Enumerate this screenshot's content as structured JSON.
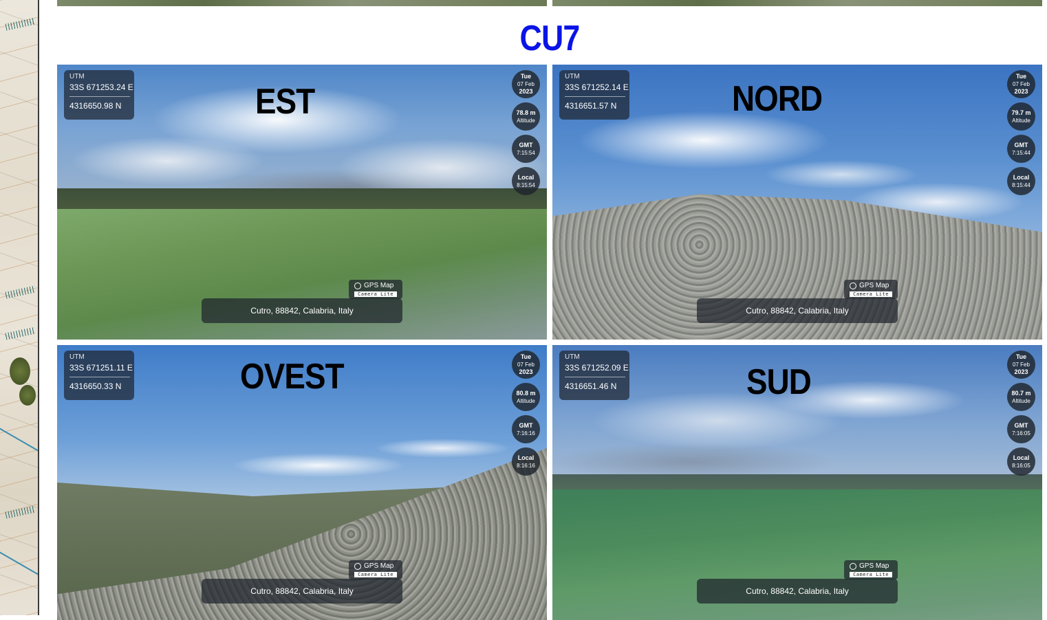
{
  "title": "CU7",
  "location_text": "Cutro, 88842, Calabria, Italy",
  "utm_label": "UTM",
  "camera_brand": "GPS Map",
  "camera_sub": "Camera Lite",
  "photos": [
    {
      "direction": "EST",
      "utm_east": "33S 671253.24 E",
      "utm_north": "4316650.98 N",
      "date": {
        "day": "Tue",
        "date": "07 Feb",
        "year": "2023"
      },
      "altitude": {
        "value": "78.8 m",
        "label": "Altitude"
      },
      "gmt": {
        "label": "GMT",
        "time": "7:15:54"
      },
      "local": {
        "label": "Local",
        "time": "8:15:54"
      }
    },
    {
      "direction": "NORD",
      "utm_east": "33S 671252.14 E",
      "utm_north": "4316651.57 N",
      "date": {
        "day": "Tue",
        "date": "07 Feb",
        "year": "2023"
      },
      "altitude": {
        "value": "79.7 m",
        "label": "Altitude"
      },
      "gmt": {
        "label": "GMT",
        "time": "7:15:44"
      },
      "local": {
        "label": "Local",
        "time": "8:15:44"
      }
    },
    {
      "direction": "OVEST",
      "utm_east": "33S 671251.11 E",
      "utm_north": "4316650.33 N",
      "date": {
        "day": "Tue",
        "date": "07 Feb",
        "year": "2023"
      },
      "altitude": {
        "value": "80.8 m",
        "label": "Altitude"
      },
      "gmt": {
        "label": "GMT",
        "time": "7:16:16"
      },
      "local": {
        "label": "Local",
        "time": "8:16:16"
      }
    },
    {
      "direction": "SUD",
      "utm_east": "33S 671252.09 E",
      "utm_north": "4316651.46 N",
      "date": {
        "day": "Tue",
        "date": "07 Feb",
        "year": "2023"
      },
      "altitude": {
        "value": "80.7 m",
        "label": "Altitude"
      },
      "gmt": {
        "label": "GMT",
        "time": "7:16:05"
      },
      "local": {
        "label": "Local",
        "time": "8:16:05"
      }
    }
  ]
}
